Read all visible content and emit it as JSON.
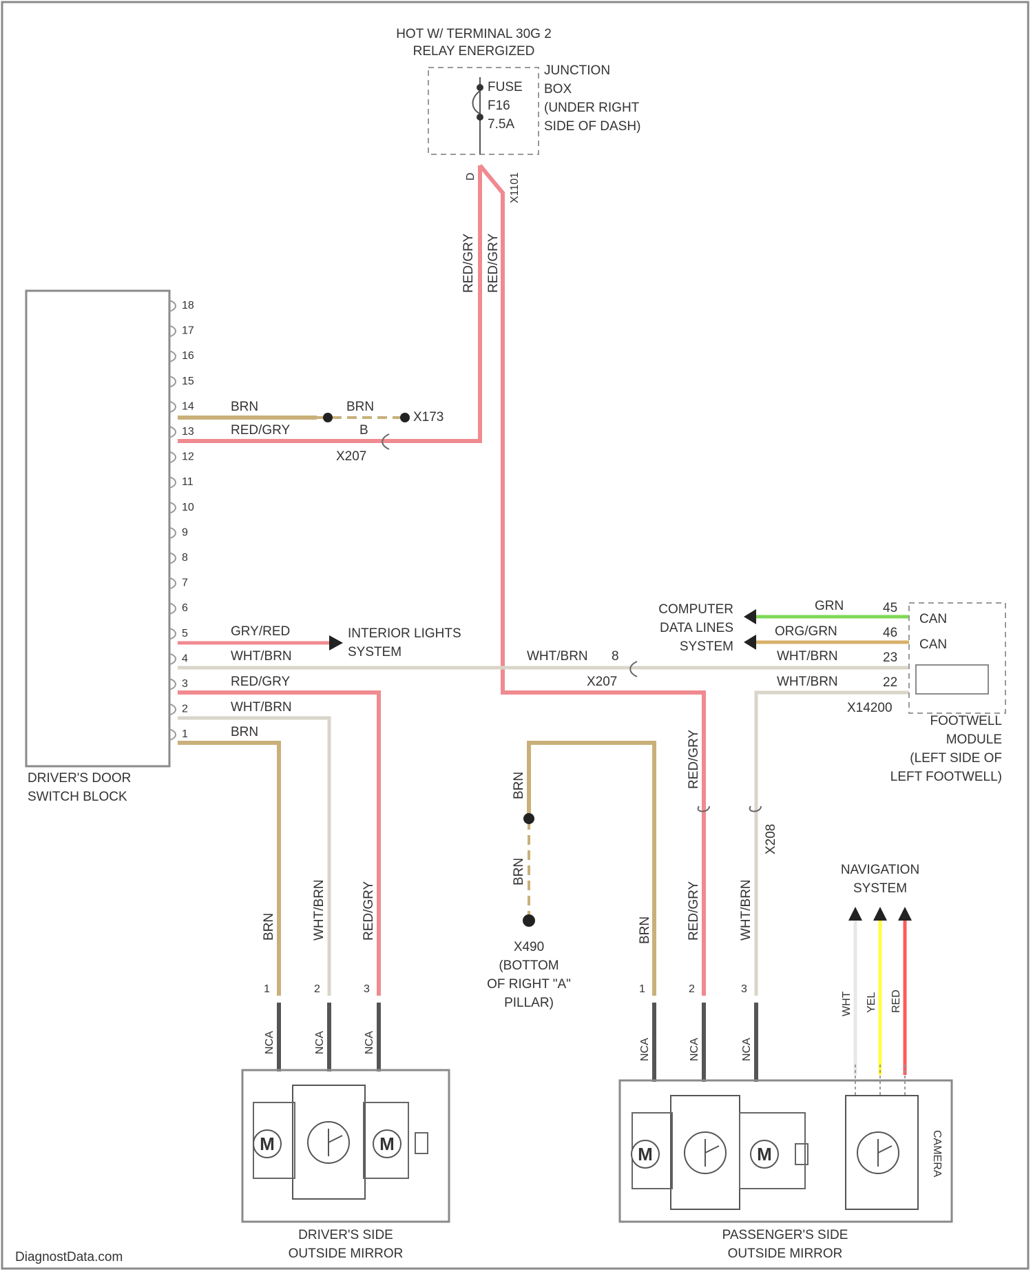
{
  "colors": {
    "red_gry": "#f08a90",
    "brn": "#c9b07a",
    "wht_brn": "#d9d5c8",
    "grn": "#7ed957",
    "org_grn": "#d8b06a",
    "wht": "#e8e8e8",
    "yel": "#ffff40",
    "red": "#ff5a5a",
    "outline": "#8a8a8a",
    "dark": "#555555"
  },
  "power": {
    "title_line1": "HOT W/ TERMINAL 30G 2",
    "title_line2": "RELAY ENERGIZED",
    "fuse_label": [
      "FUSE",
      "F16",
      "7.5A"
    ],
    "fuse_location": [
      "JUNCTION",
      "BOX",
      "(UNDER RIGHT",
      "SIDE OF DASH)"
    ],
    "pin_left": "D",
    "connector_right": "X1101"
  },
  "labels": {
    "red_gry": "RED/GRY",
    "brn": "BRN",
    "wht_brn": "WHT/BRN",
    "gry_red": "GRY/RED",
    "grn": "GRN",
    "org_grn": "ORG/GRN",
    "wht": "WHT",
    "yel": "YEL",
    "red": "RED",
    "nca": "NCA"
  },
  "splices": {
    "x207_a": "X207",
    "x207_b": "X207",
    "x173": "X173",
    "x14200": "X14200",
    "x208": "X208",
    "pin_b": "B",
    "pin_8": "8"
  },
  "driver_switch": {
    "name_line1": "DRIVER'S DOOR",
    "name_line2": "SWITCH BLOCK",
    "pins": [
      "18",
      "17",
      "16",
      "15",
      "14",
      "13",
      "12",
      "11",
      "10",
      "9",
      "8",
      "7",
      "6",
      "5",
      "4",
      "3",
      "2",
      "1"
    ]
  },
  "interior_lights": [
    "INTERIOR LIGHTS",
    "SYSTEM"
  ],
  "computer_data": [
    "COMPUTER",
    "DATA LINES",
    "SYSTEM"
  ],
  "footwell": {
    "pins": [
      "45",
      "46",
      "23",
      "22"
    ],
    "can": [
      "CAN",
      "CAN"
    ],
    "name": [
      "FOOTWELL",
      "MODULE",
      "(LEFT SIDE OF",
      "LEFT FOOTWELL)"
    ]
  },
  "ground": [
    "X490",
    "(BOTTOM",
    "OF RIGHT \"A\"",
    "PILLAR)"
  ],
  "navigation": [
    "NAVIGATION",
    "SYSTEM"
  ],
  "driver_mirror": [
    "DRIVER'S SIDE",
    "OUTSIDE MIRROR"
  ],
  "passenger_mirror": [
    "PASSENGER'S SIDE",
    "OUTSIDE MIRROR"
  ],
  "camera_label": "CAMERA",
  "motor_label": "M",
  "mirror_pins": [
    "1",
    "2",
    "3"
  ],
  "watermark": "DiagnostData.com"
}
